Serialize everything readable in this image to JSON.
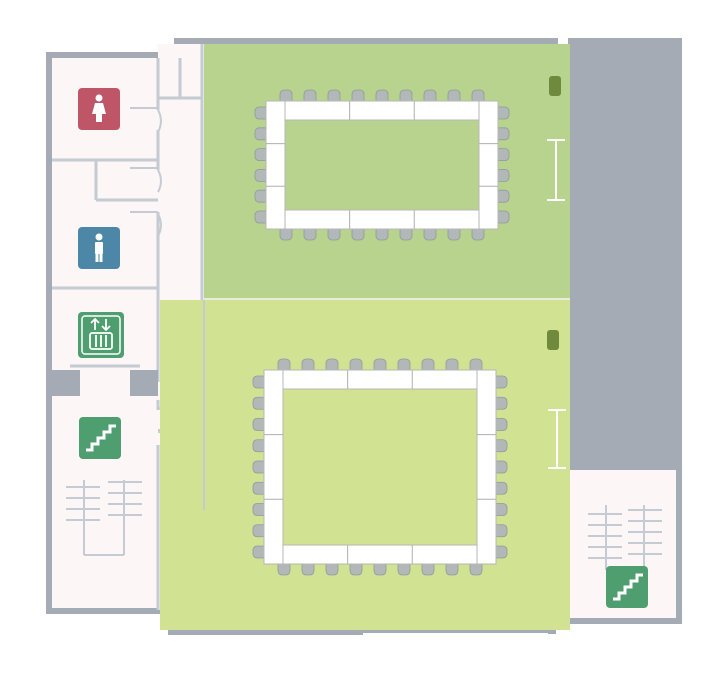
{
  "floorplan": {
    "colors": {
      "wall": "#a4abb5",
      "corridor": "#fcf6f6",
      "room_upper": "#b8d38e",
      "room_lower": "#d2e293",
      "table": "#ffffff",
      "table_stroke": "#b7b7b7",
      "chair": "#b2b8b8",
      "chair_stroke": "#8f9a9a",
      "restroom_female": "#bf5667",
      "restroom_male": "#4c87a8",
      "facility_green": "#4f9e70",
      "panel_dark": "#6f8a3c",
      "line": "#c4cbd2"
    },
    "icons": {
      "female": "woman-restroom-icon",
      "male": "man-restroom-icon",
      "elevator": "elevator-icon",
      "stairs": "stairs-icon"
    },
    "rooms": [
      {
        "name": "meeting-room-upper",
        "table_segments_long": 3,
        "table_segments_short": 3,
        "chairs_per_long_side": 9,
        "chairs_per_short_side": 6
      },
      {
        "name": "meeting-room-lower",
        "table_segments_long": 3,
        "table_segments_short": 3,
        "chairs_per_long_side": 9,
        "chairs_per_short_side": 9
      }
    ]
  }
}
